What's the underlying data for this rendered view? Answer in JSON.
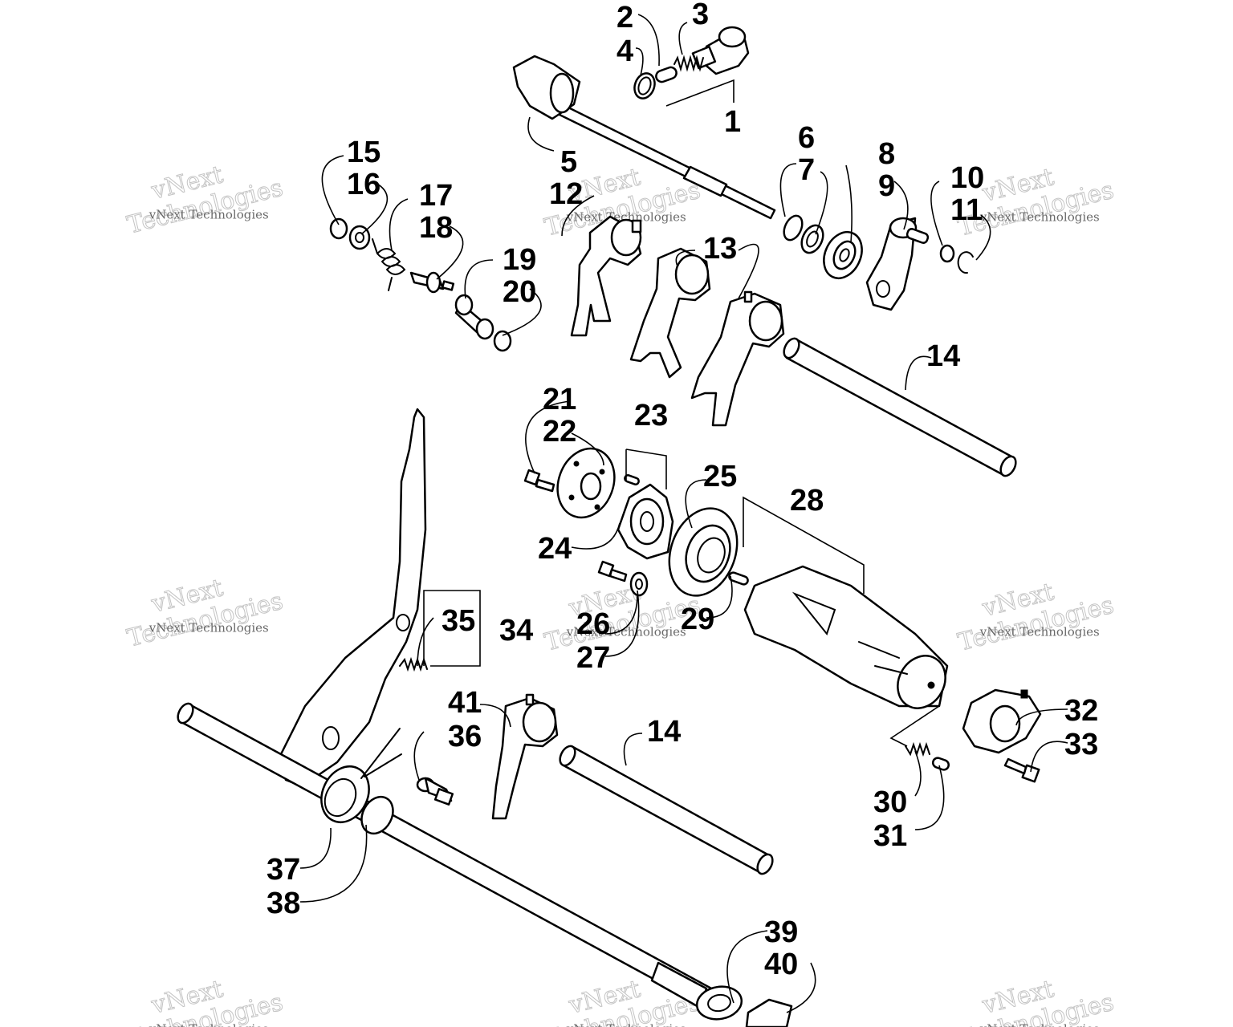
{
  "diagram": {
    "watermark_text": "vNext Technologies",
    "watermark_word1": "vNext",
    "watermark_word2": "Technologies",
    "callouts": [
      {
        "id": "c1",
        "text": "1"
      },
      {
        "id": "c2",
        "text": "2"
      },
      {
        "id": "c3",
        "text": "3"
      },
      {
        "id": "c4",
        "text": "4"
      },
      {
        "id": "c5",
        "text": "5"
      },
      {
        "id": "c6",
        "text": "6"
      },
      {
        "id": "c7",
        "text": "7"
      },
      {
        "id": "c8",
        "text": "8"
      },
      {
        "id": "c9",
        "text": "9"
      },
      {
        "id": "c10",
        "text": "10"
      },
      {
        "id": "c11",
        "text": "11"
      },
      {
        "id": "c12",
        "text": "12"
      },
      {
        "id": "c13",
        "text": "13"
      },
      {
        "id": "c14a",
        "text": "14"
      },
      {
        "id": "c14b",
        "text": "14"
      },
      {
        "id": "c15",
        "text": "15"
      },
      {
        "id": "c16",
        "text": "16"
      },
      {
        "id": "c17",
        "text": "17"
      },
      {
        "id": "c18",
        "text": "18"
      },
      {
        "id": "c19",
        "text": "19"
      },
      {
        "id": "c20",
        "text": "20"
      },
      {
        "id": "c21",
        "text": "21"
      },
      {
        "id": "c22",
        "text": "22"
      },
      {
        "id": "c23",
        "text": "23"
      },
      {
        "id": "c24",
        "text": "24"
      },
      {
        "id": "c25",
        "text": "25"
      },
      {
        "id": "c26",
        "text": "26"
      },
      {
        "id": "c27",
        "text": "27"
      },
      {
        "id": "c28",
        "text": "28"
      },
      {
        "id": "c29",
        "text": "29"
      },
      {
        "id": "c30",
        "text": "30"
      },
      {
        "id": "c31",
        "text": "31"
      },
      {
        "id": "c32",
        "text": "32"
      },
      {
        "id": "c33",
        "text": "33"
      },
      {
        "id": "c34",
        "text": "34"
      },
      {
        "id": "c35",
        "text": "35"
      },
      {
        "id": "c36",
        "text": "36"
      },
      {
        "id": "c37",
        "text": "37"
      },
      {
        "id": "c38",
        "text": "38"
      },
      {
        "id": "c39",
        "text": "39"
      },
      {
        "id": "c40",
        "text": "40"
      },
      {
        "id": "c41",
        "text": "41"
      }
    ]
  }
}
